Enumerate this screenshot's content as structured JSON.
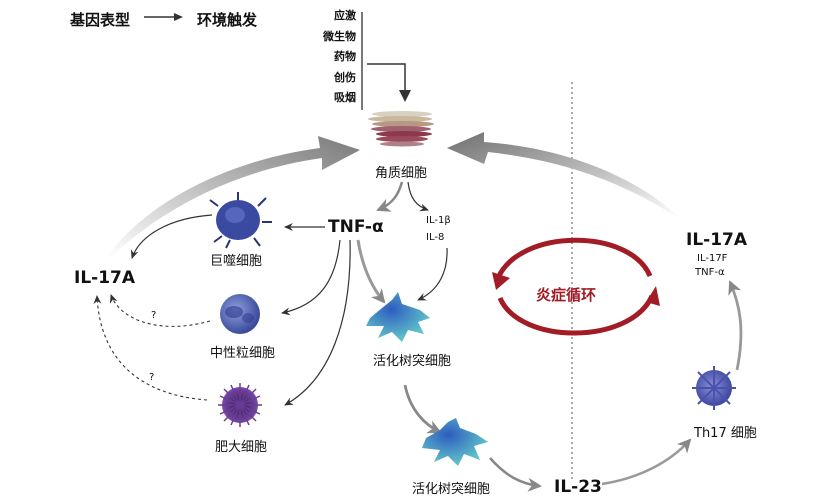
{
  "header": {
    "genotype": "基因表型",
    "environment": "环境触发",
    "header_arrow_icon": "right-arrow-icon"
  },
  "triggers": [
    "应激",
    "微生物",
    "药物",
    "创伤",
    "吸烟"
  ],
  "cells": {
    "keratinocyte": "角质细胞",
    "macrophage": "巨噬细胞",
    "neutrophil": "中性粒细胞",
    "mast_cell": "肥大细胞",
    "activated_dc_1": "活化树突细胞",
    "activated_dc_2": "活化树突细胞",
    "th17": "Th17 细胞"
  },
  "cytokines": {
    "tnf_alpha": "TNF-α",
    "il1b": "IL-1β",
    "il8": "IL-8",
    "il17a_left": "IL-17A",
    "il23": "IL-23",
    "il17a_right": "IL-17A",
    "il17f": "IL-17F",
    "tnf_alpha_small": "TNF-α"
  },
  "unknown_marks": [
    "?",
    "?"
  ],
  "cycle_label": "炎症循环",
  "colors": {
    "cycle_red": "#a11c25",
    "arrow_gray": "#8a8a8a",
    "macrophage_blue": "#3a4aa0",
    "mast_purple": "#5a2a7a",
    "dc_teal": "#3a9ab8"
  }
}
